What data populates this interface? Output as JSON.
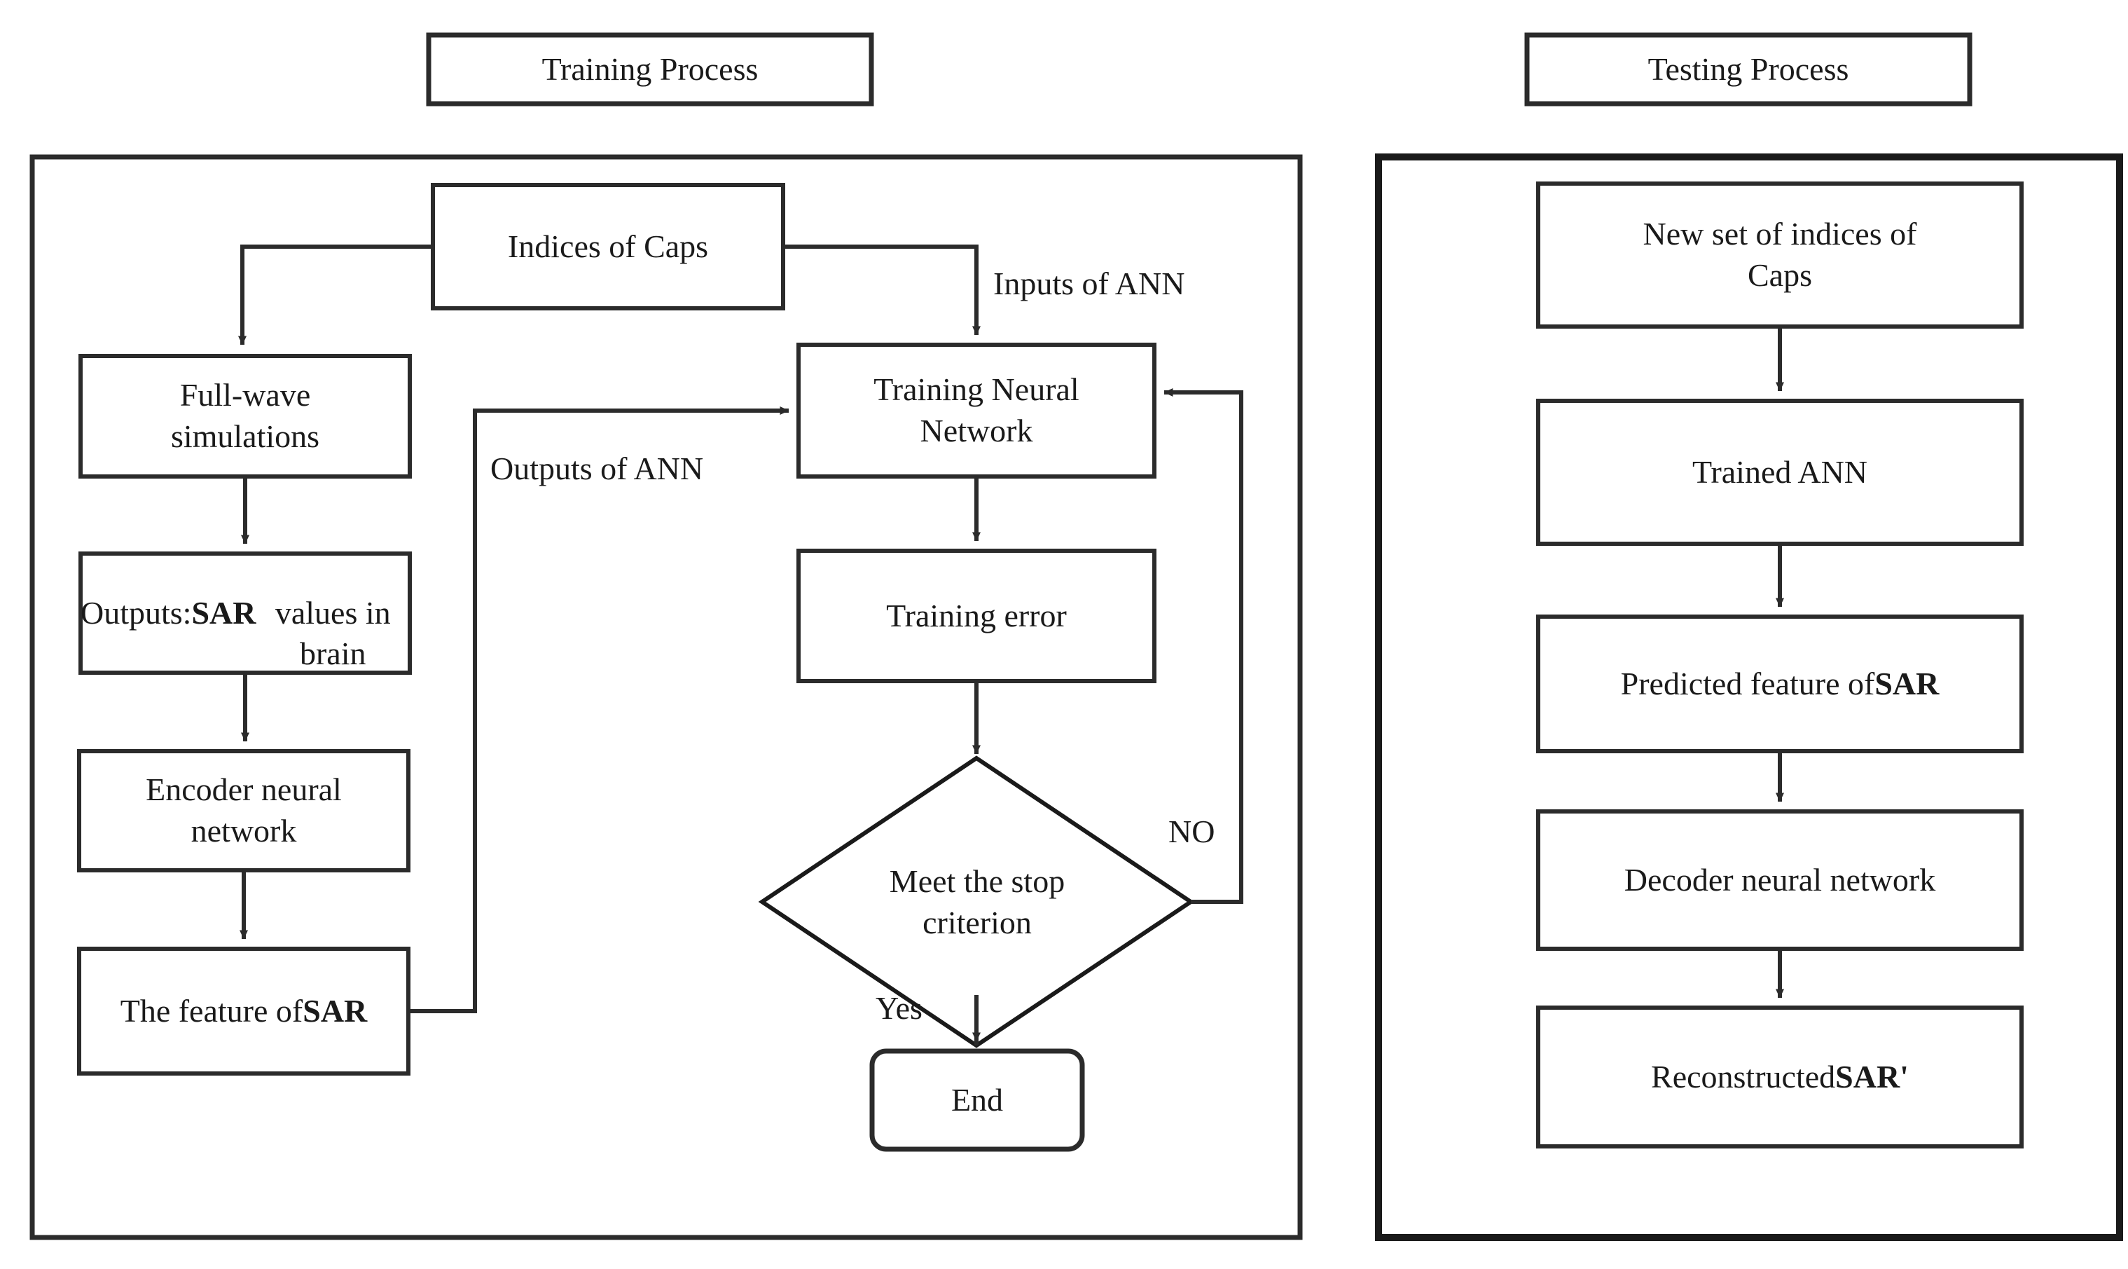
{
  "diagram": {
    "title_omitted": "",
    "panels": [
      {
        "id": "training",
        "header": "Training Process"
      },
      {
        "id": "testing",
        "header": "Testing Process"
      }
    ],
    "colors": {
      "stroke": "#2b2b2b",
      "text": "#1a1a1a",
      "background": "#ffffff"
    }
  },
  "training_panel": {
    "header": "Training Process",
    "nodes": {
      "indices_of_caps": "Indices of Caps",
      "full_wave": "Full-wave\nsimulations",
      "outputs_sar_pre": "Outputs: ",
      "outputs_sar_bold": "SAR",
      "outputs_sar_post": "\nvalues in brain",
      "encoder": "Encoder neural\nnetwork",
      "feature_pre": "The feature of\n",
      "feature_bold": "SAR",
      "training_nn": "Training Neural\nNetwork",
      "training_error": "Training error",
      "decision": "Meet the stop\ncriterion",
      "end": "End"
    },
    "edge_labels": {
      "inputs_of_ann": "Inputs of ANN",
      "outputs_of_ann": "Outputs of ANN",
      "no": "NO",
      "yes": "Yes"
    }
  },
  "testing_panel": {
    "header": "Testing Process",
    "nodes": {
      "new_set": "New set of indices of\nCaps",
      "trained_ann": "Trained ANN",
      "predicted_pre": "Predicted feature of\n",
      "predicted_bold": "SAR",
      "decoder": "Decoder neural network",
      "reconstructed_pre": "Reconstructed ",
      "reconstructed_bold": "SAR'"
    }
  }
}
